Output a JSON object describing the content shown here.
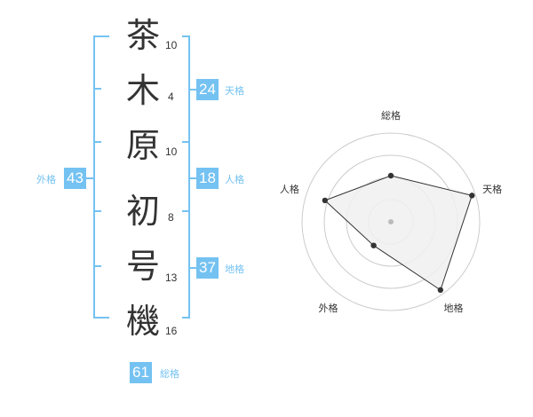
{
  "name": {
    "chars": [
      {
        "char": "茶",
        "strokes": "10"
      },
      {
        "char": "木",
        "strokes": "4"
      },
      {
        "char": "原",
        "strokes": "10"
      },
      {
        "char": "初",
        "strokes": "8"
      },
      {
        "char": "号",
        "strokes": "13"
      },
      {
        "char": "機",
        "strokes": "16"
      }
    ]
  },
  "fortune": {
    "tenkaku": {
      "label": "天格",
      "value": "24"
    },
    "jinkaku": {
      "label": "人格",
      "value": "18"
    },
    "chikaku": {
      "label": "地格",
      "value": "37"
    },
    "gaikaku": {
      "label": "外格",
      "value": "43"
    },
    "soukaku": {
      "label": "総格",
      "value": "61"
    }
  },
  "chart_data": {
    "type": "radar",
    "axes": [
      "総格",
      "天格",
      "地格",
      "外格",
      "人格"
    ],
    "values": [
      0.52,
      0.96,
      0.95,
      0.33,
      0.78
    ],
    "rings": 4,
    "colors": {
      "fill": "#f0f0f0",
      "line": "#333333",
      "grid": "#cccccc",
      "center": "#bbbbbb"
    }
  },
  "colors": {
    "accent": "#74c2f2",
    "text": "#333333"
  }
}
